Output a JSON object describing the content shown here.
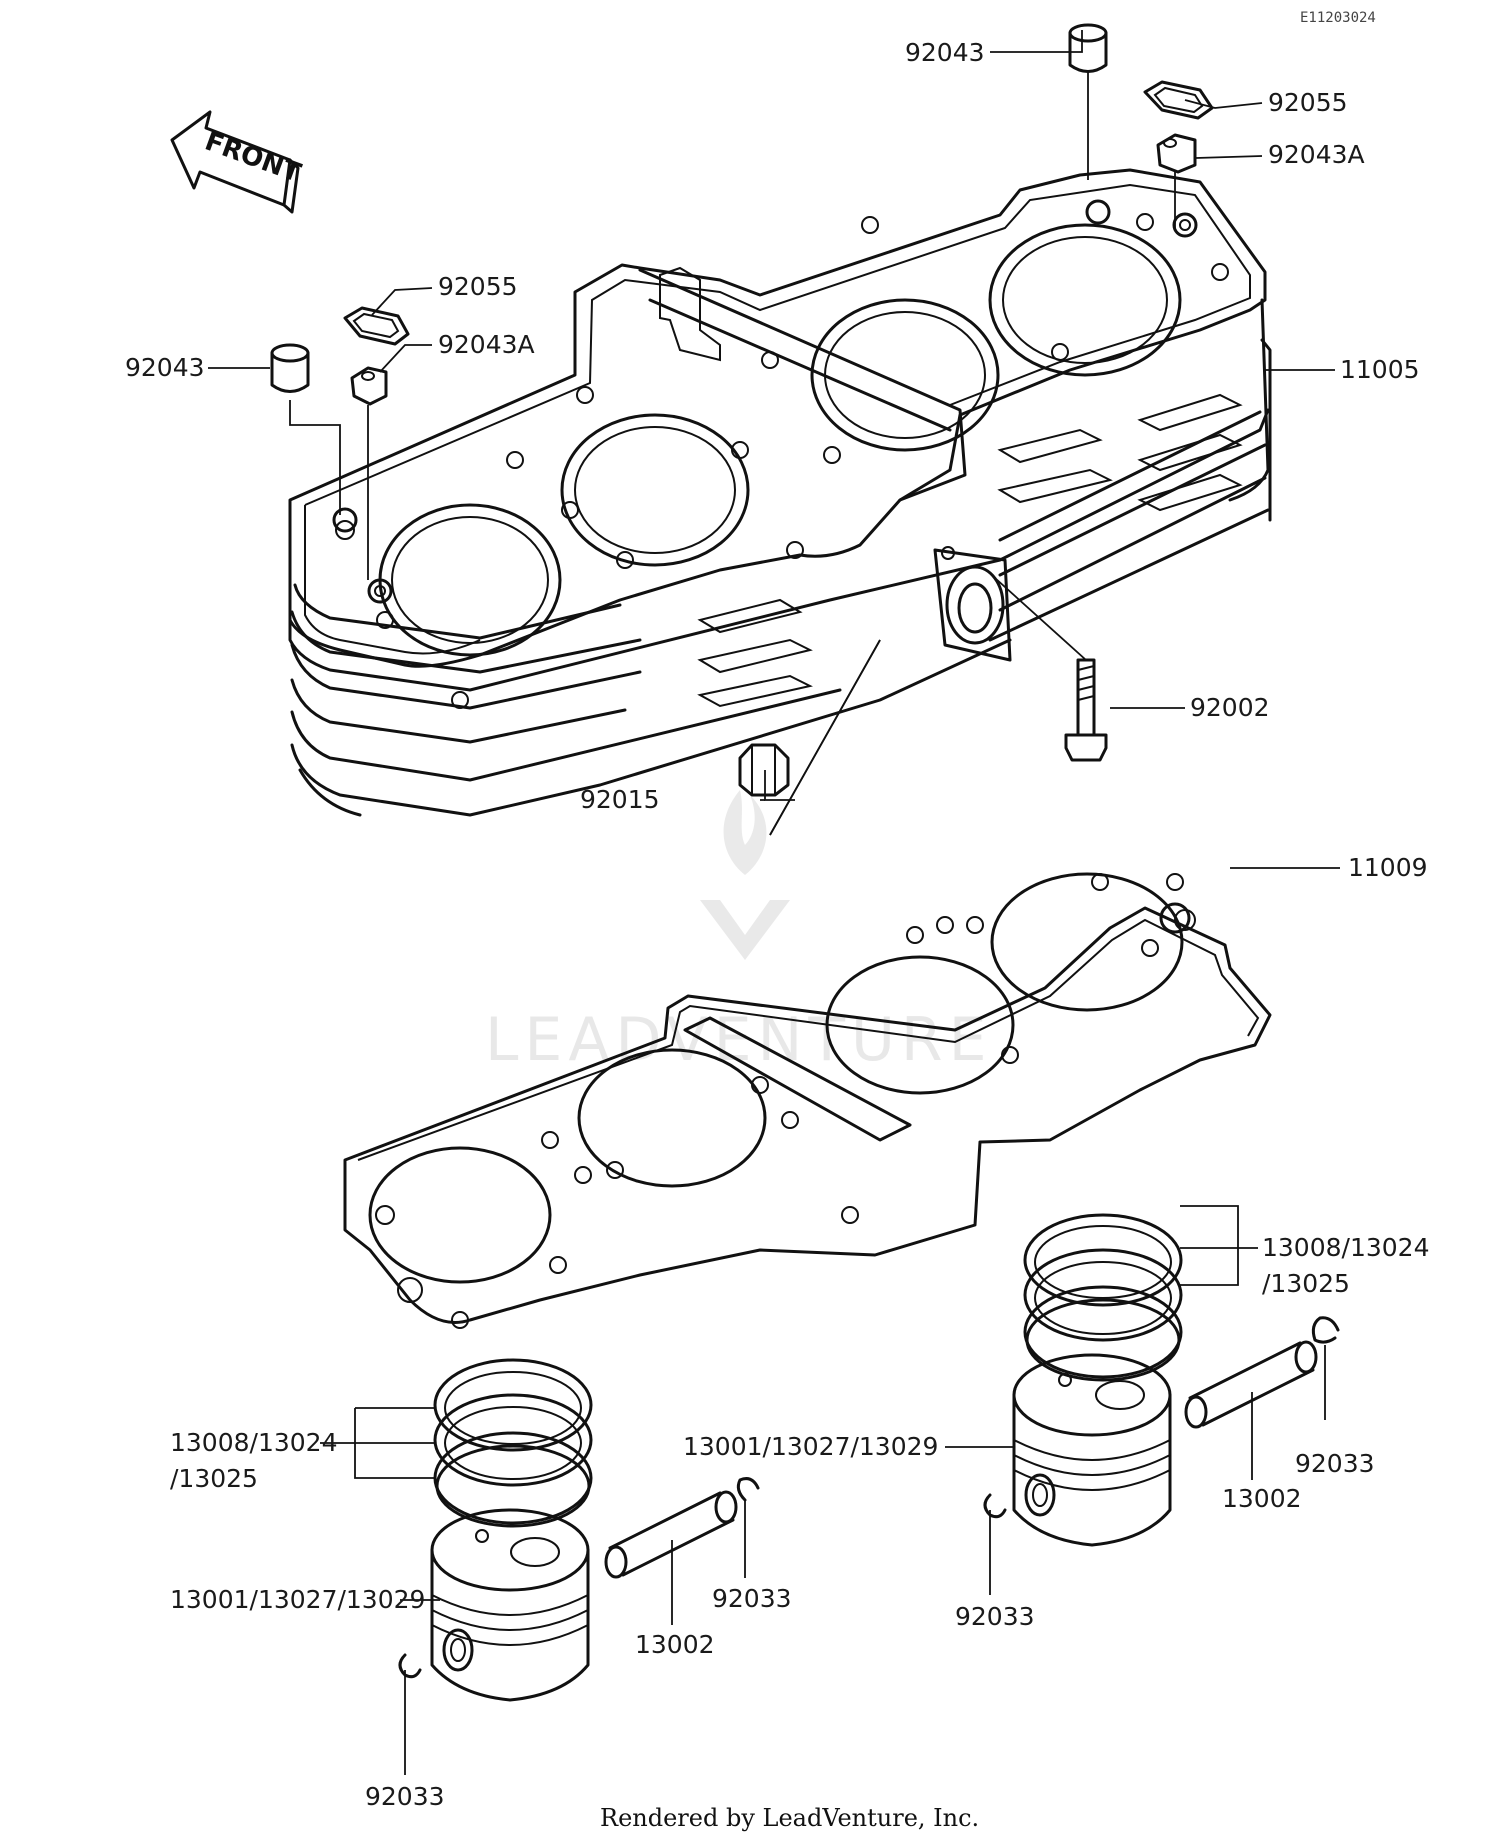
{
  "reference_code": "E11203024",
  "front_arrow_label": "FRONT",
  "watermark": "LEADVENTURE",
  "footer": "Rendered by LeadVenture, Inc.",
  "callouts": {
    "c1": "92043",
    "c2": "92055",
    "c3": "92043A",
    "c4": "92055",
    "c5": "92043",
    "c6": "92043A",
    "c7": "11005",
    "c8": "92002",
    "c9": "92015",
    "c10": "11009",
    "c11a": "13008/13024",
    "c11b": "/13025",
    "c12a": "13008/13024",
    "c12b": "/13025",
    "c13": "13001/13027/13029",
    "c14": "13002",
    "c15": "92033",
    "c16": "92033",
    "c17": "13001/13027/13029",
    "c18": "13002",
    "c19": "92033",
    "c20": "92033"
  }
}
